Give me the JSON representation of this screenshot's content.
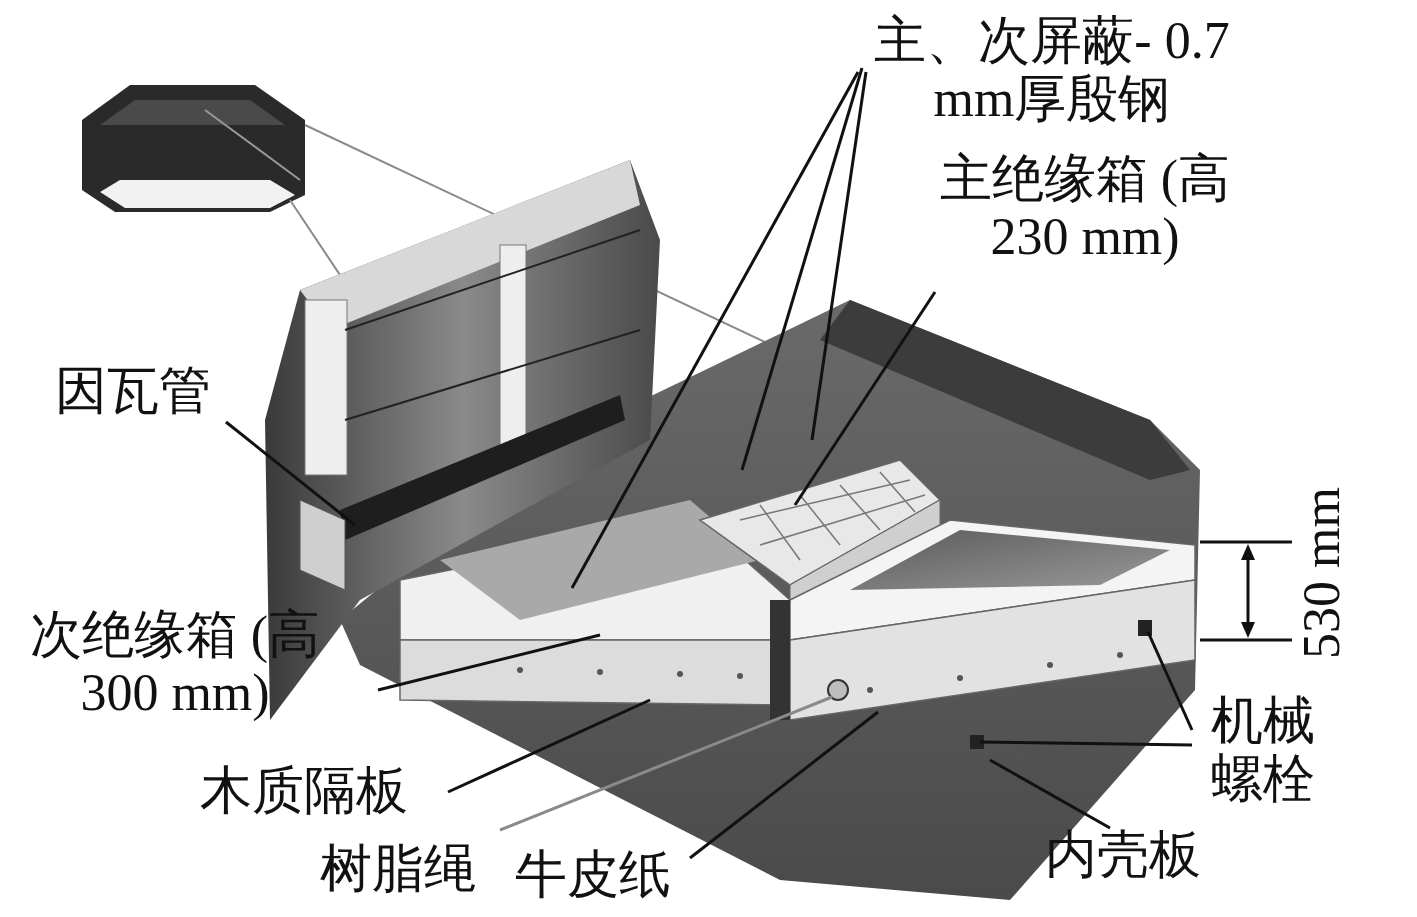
{
  "diagram": {
    "labels": [
      "主、次屏蔽- 0.7 mm厚殷钢",
      "主绝缘箱 (高230 mm)",
      "因瓦管",
      "530 mm",
      "次绝缘箱 (高300 mm)",
      "机械 螺栓",
      "木质隔板",
      "树脂绳",
      "牛皮纸",
      "内壳板"
    ]
  }
}
